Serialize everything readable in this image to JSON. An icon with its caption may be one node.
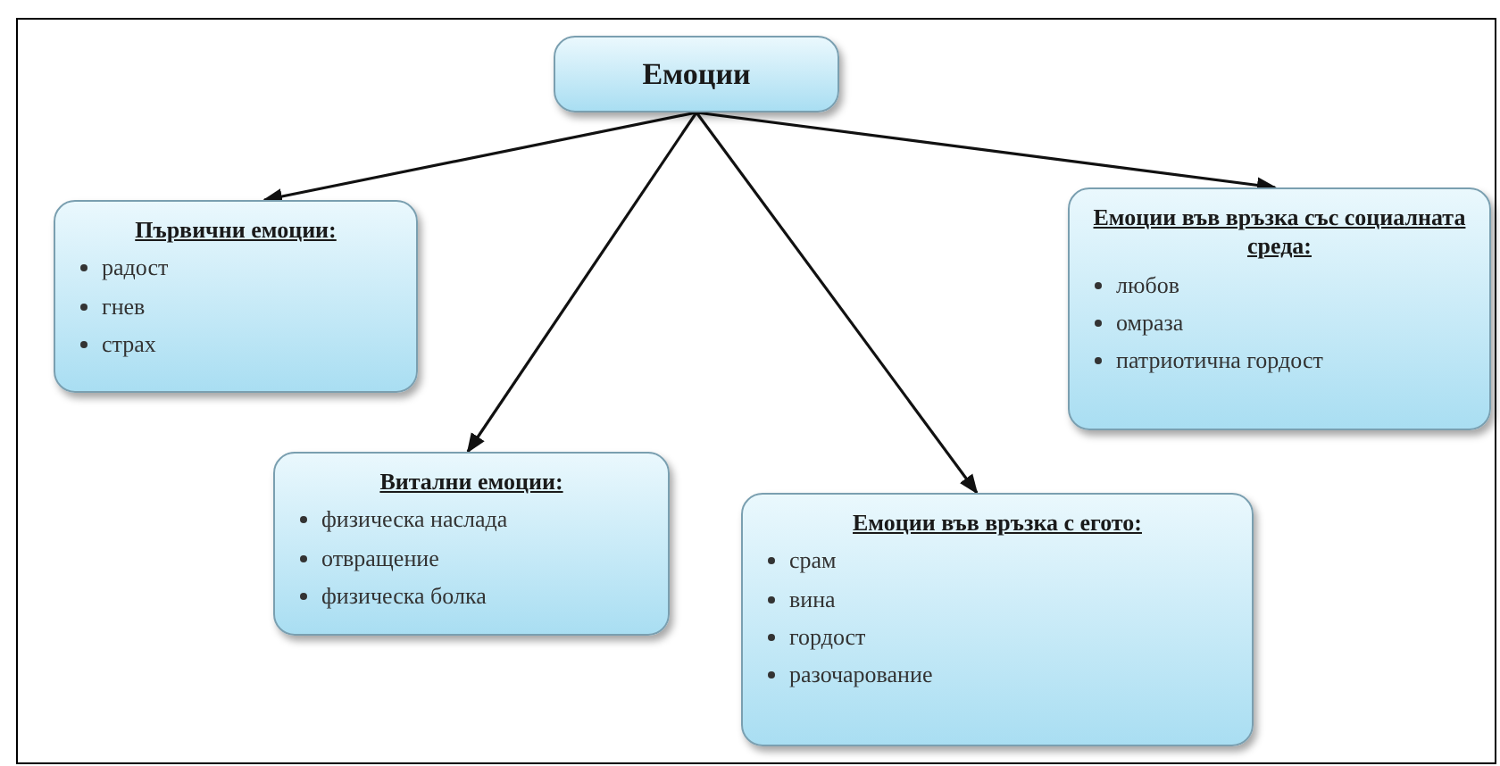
{
  "diagram": {
    "nodes": [
      {
        "text": [
          "Емоции"
        ]
      },
      {
        "text": [
          "Първични емоции:",
          "радост",
          "гнев",
          "страх"
        ]
      },
      {
        "text": [
          "Витални емоции:",
          "физическа наслада",
          "отвращение",
          "физическа болка"
        ]
      },
      {
        "text": [
          "Емоции във връзка с егото:",
          "срам",
          "вина",
          "гордост",
          "разочарование"
        ]
      },
      {
        "text": [
          "Емоции във връзка със социалната среда:",
          "любов",
          "омраза",
          "патриотична гордост"
        ]
      }
    ],
    "edges": [
      {
        "from": 0,
        "to": 1,
        "arrow": "to"
      },
      {
        "from": 0,
        "to": 2,
        "arrow": "to"
      },
      {
        "from": 0,
        "to": 3,
        "arrow": "to"
      },
      {
        "from": 0,
        "to": 4,
        "arrow": "to"
      }
    ]
  }
}
